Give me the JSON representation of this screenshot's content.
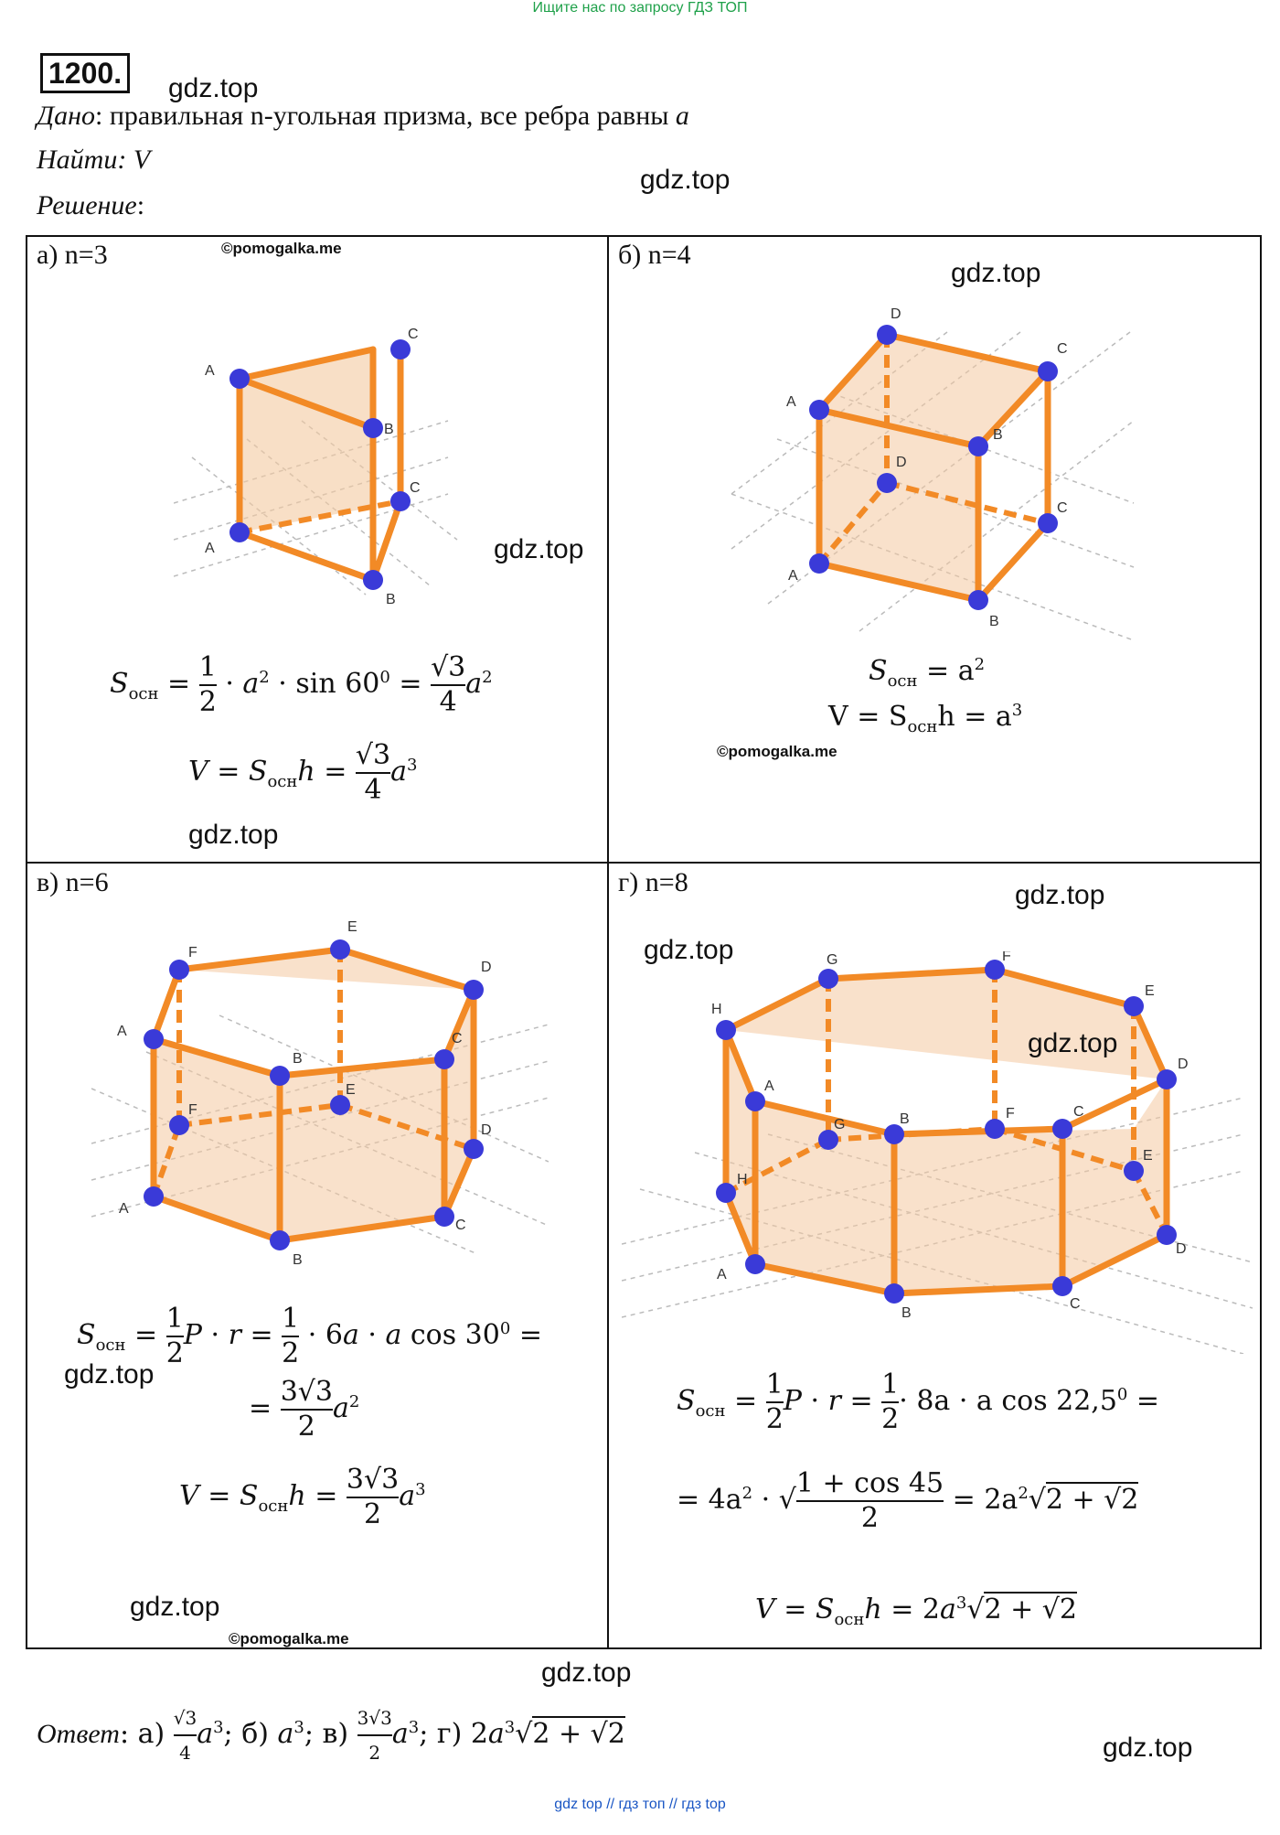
{
  "top_banner": "Ищите нас по запросу ГДЗ ТОП",
  "problem_number": "1200.",
  "given": {
    "label": "Дано",
    "text": ": правильная n-угольная призма, все ребра равны ",
    "var": "a"
  },
  "find": {
    "label": "Найти",
    "text": ": V"
  },
  "solution": {
    "label": "Решение",
    "text": ":"
  },
  "watermarks": {
    "gdz": "gdz.top",
    "pomogalka": "©pomogalka.me"
  },
  "cells": {
    "a": {
      "label": "а) n=3",
      "vertices": [
        "A",
        "B",
        "C",
        "A",
        "B",
        "C"
      ],
      "s_formula": "sin 60",
      "v_prefix": "V = S",
      "sqrt3": "√3",
      "four": "4",
      "one": "1",
      "two": "2"
    },
    "b": {
      "label": "б) n=4",
      "vertices": [
        "A",
        "B",
        "C",
        "D",
        "A",
        "B",
        "C",
        "D"
      ],
      "s_text": "= a",
      "v_text": "V = S",
      "v_tail": "h = a"
    },
    "c": {
      "label": "в) n=6",
      "vertices": [
        "A",
        "B",
        "C",
        "D",
        "E",
        "F",
        "A",
        "B",
        "C",
        "D",
        "E",
        "F"
      ],
      "line1": "P · r =",
      "line1b": "· 6a · a cos 30",
      "three_root3": "3√3"
    },
    "d": {
      "label": "г) n=8",
      "vertices": [
        "A",
        "B",
        "C",
        "D",
        "E",
        "F",
        "G",
        "H",
        "A",
        "B",
        "C",
        "D",
        "E",
        "F",
        "G",
        "H"
      ],
      "line1b": "· 8a · a cos 22,5",
      "line2a": "= 4a",
      "cos45": "1 + cos 45",
      "line2c": "= 2a",
      "root": "2 + √2"
    }
  },
  "answer": {
    "label": "Ответ",
    "a": "а)",
    "b": "; б)",
    "c": "; в)",
    "d": "; г)"
  },
  "footer": "gdz top  //  гдз топ  //  гдз top"
}
